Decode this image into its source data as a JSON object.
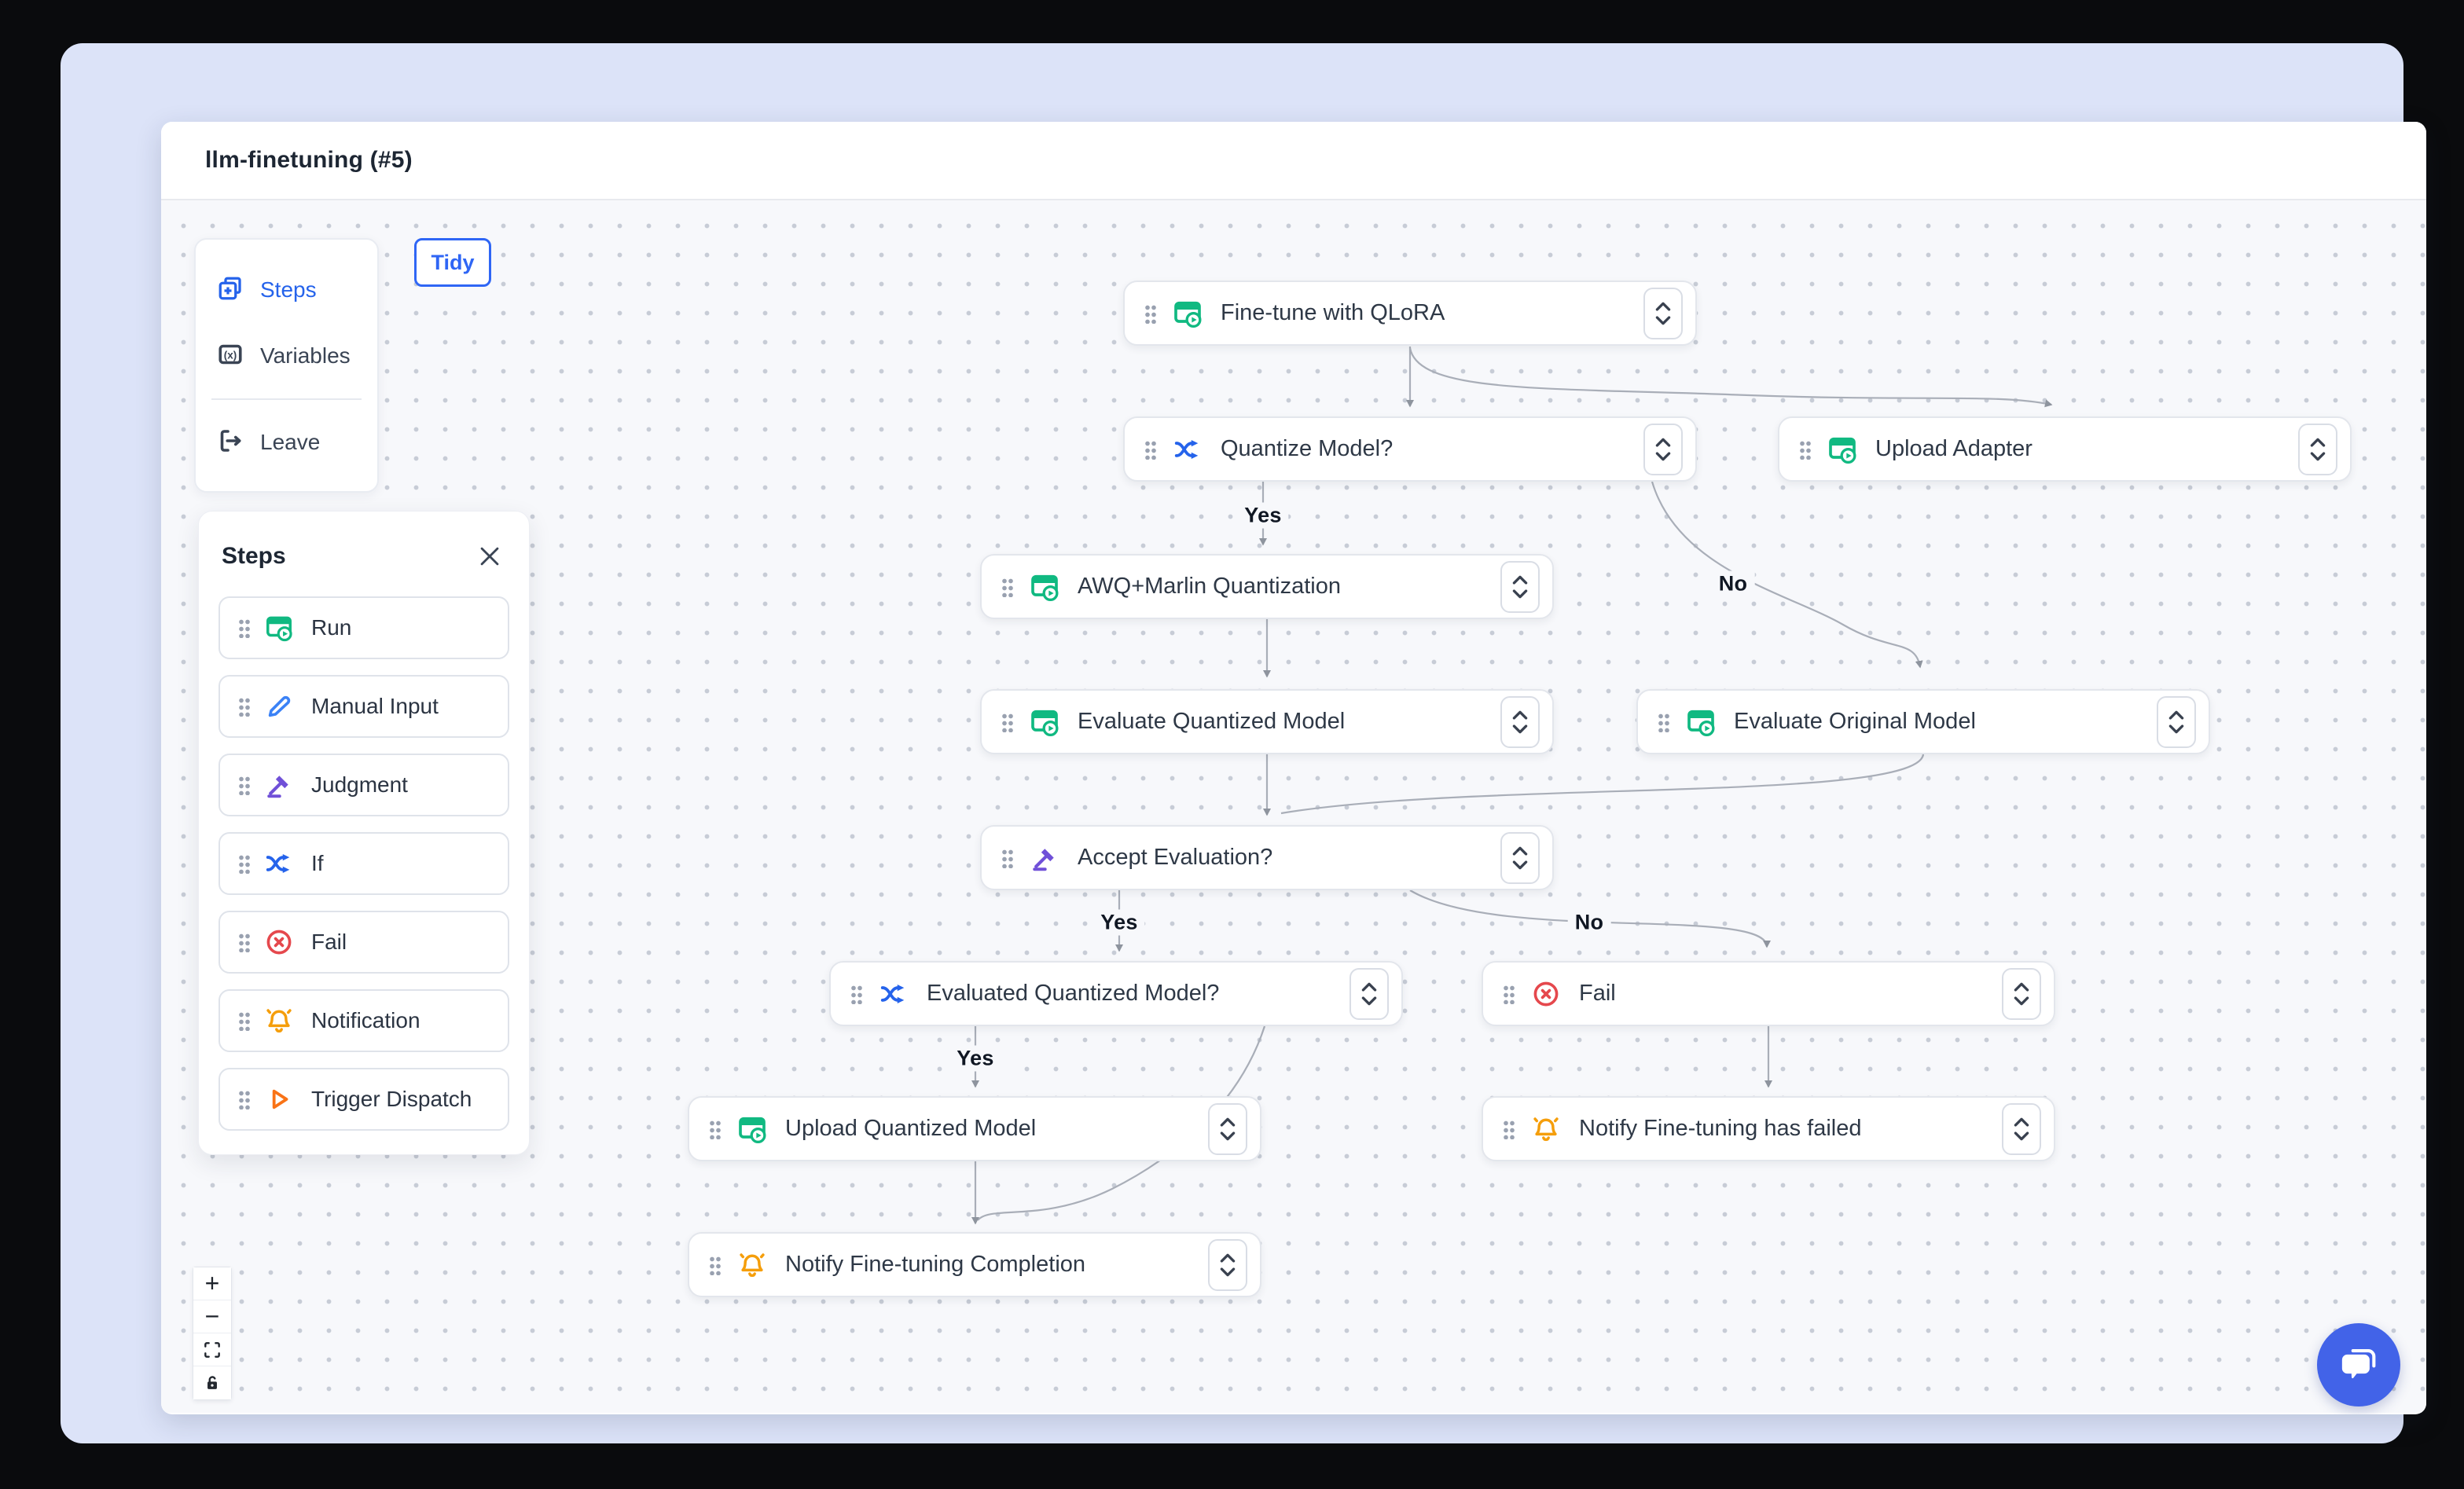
{
  "window": {
    "title": "llm-finetuning (#5)"
  },
  "canvas_toolbar": {
    "tidy_label": "Tidy"
  },
  "nav": {
    "items": [
      {
        "label": "Steps",
        "active": true
      },
      {
        "label": "Variables",
        "active": false
      },
      {
        "label": "Leave",
        "active": false
      }
    ]
  },
  "steps_panel": {
    "title": "Steps",
    "items": [
      {
        "label": "Run",
        "type": "run"
      },
      {
        "label": "Manual Input",
        "type": "manual-input"
      },
      {
        "label": "Judgment",
        "type": "judgment"
      },
      {
        "label": "If",
        "type": "if"
      },
      {
        "label": "Fail",
        "type": "fail"
      },
      {
        "label": "Notification",
        "type": "notification"
      },
      {
        "label": "Trigger Dispatch",
        "type": "trigger-dispatch"
      }
    ]
  },
  "workflow": {
    "nodes": [
      {
        "id": "fine-tune-with-qlora",
        "label": "Fine-tune with QLoRA",
        "type": "run"
      },
      {
        "id": "quantize-model",
        "label": "Quantize Model?",
        "type": "if"
      },
      {
        "id": "upload-adapter",
        "label": "Upload Adapter",
        "type": "run"
      },
      {
        "id": "awq-marlin-quantization",
        "label": "AWQ+Marlin Quantization",
        "type": "run"
      },
      {
        "id": "evaluate-quantized-model",
        "label": "Evaluate Quantized Model",
        "type": "run"
      },
      {
        "id": "evaluate-original-model",
        "label": "Evaluate Original Model",
        "type": "run"
      },
      {
        "id": "accept-evaluation",
        "label": "Accept Evaluation?",
        "type": "judgment"
      },
      {
        "id": "evaluated-quantized-model",
        "label": "Evaluated Quantized Model?",
        "type": "if"
      },
      {
        "id": "fail",
        "label": "Fail",
        "type": "fail"
      },
      {
        "id": "upload-quantized-model",
        "label": "Upload Quantized Model",
        "type": "run"
      },
      {
        "id": "notify-fine-tuning-has-failed",
        "label": "Notify Fine-tuning has failed",
        "type": "notification"
      },
      {
        "id": "notify-fine-tuning-completion",
        "label": "Notify Fine-tuning Completion",
        "type": "notification"
      }
    ],
    "edge_labels": [
      "Yes",
      "No",
      "Yes",
      "No",
      "Yes"
    ],
    "edges": [
      {
        "from": "fine-tune-with-qlora",
        "to": "quantize-model"
      },
      {
        "from": "fine-tune-with-qlora",
        "to": "upload-adapter"
      },
      {
        "from": "quantize-model",
        "to": "awq-marlin-quantization",
        "label": "Yes"
      },
      {
        "from": "quantize-model",
        "to": "evaluate-original-model",
        "label": "No"
      },
      {
        "from": "awq-marlin-quantization",
        "to": "evaluate-quantized-model"
      },
      {
        "from": "evaluate-quantized-model",
        "to": "accept-evaluation"
      },
      {
        "from": "evaluate-original-model",
        "to": "accept-evaluation"
      },
      {
        "from": "accept-evaluation",
        "to": "evaluated-quantized-model",
        "label": "Yes"
      },
      {
        "from": "accept-evaluation",
        "to": "fail",
        "label": "No"
      },
      {
        "from": "evaluated-quantized-model",
        "to": "upload-quantized-model",
        "label": "Yes"
      },
      {
        "from": "evaluated-quantized-model",
        "to": "notify-fine-tuning-completion"
      },
      {
        "from": "upload-quantized-model",
        "to": "notify-fine-tuning-completion"
      },
      {
        "from": "fail",
        "to": "notify-fine-tuning-has-failed"
      }
    ]
  },
  "zoom_controls": {
    "zoom_in": "+",
    "zoom_out": "−"
  },
  "colors": {
    "accent_blue": "#2563eb",
    "run_green": "#10b981",
    "judgment_purple": "#7050d8",
    "fail_red": "#e5484d",
    "notification_orange": "#f59e0b",
    "trigger_orange": "#f97316",
    "manual_input_blue": "#3b82f6",
    "edge_gray": "#a9aeb8",
    "chat_blue": "#4263e8",
    "desktop_lavender": "#dce3f8"
  }
}
